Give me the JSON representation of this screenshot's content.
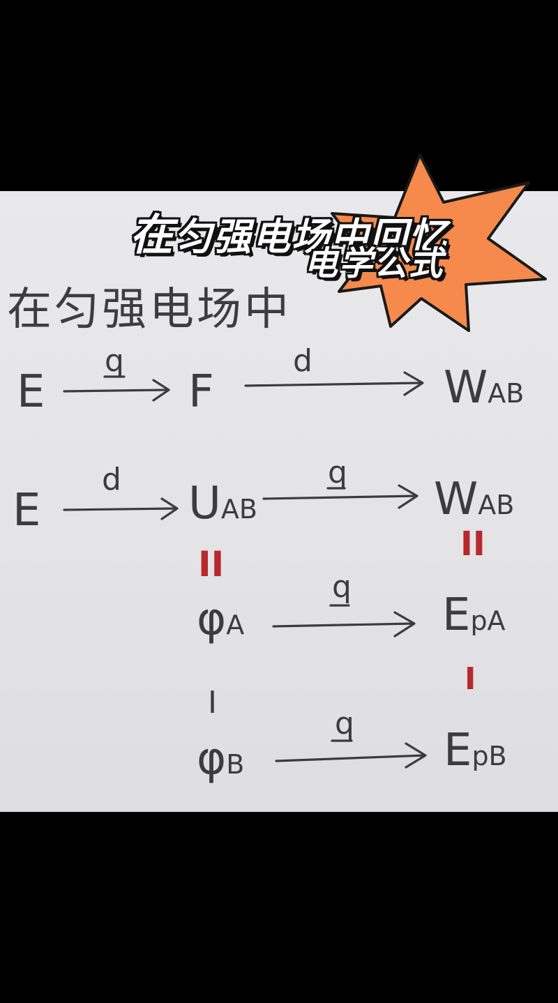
{
  "overlay": {
    "title_line1_lead": "在",
    "title_line1_rest": "匀强电场中回忆",
    "title_line2": "电学公式",
    "burst_color": "#f58a4c"
  },
  "heading": "在匀强电场中",
  "rows": [
    {
      "from": "E",
      "over": "q",
      "mid": "F",
      "over2": "d",
      "to_main": "W",
      "to_sub": "AB"
    },
    {
      "from": "E",
      "over": "d",
      "mid_main": "U",
      "mid_sub": "AB",
      "over2": "q",
      "to_main": "W",
      "to_sub": "AB"
    },
    {
      "from_main": "φ",
      "from_sub": "A",
      "over": "q",
      "to_main": "E",
      "to_sub": "pA"
    },
    {
      "from_main": "φ",
      "from_sub": "B",
      "over": "q",
      "to_main": "E",
      "to_sub": "pB"
    }
  ],
  "connectors": {
    "uab_phi_equals": "II",
    "wab_epa_equals": "II",
    "phi_minus": "I",
    "ep_minus": "I"
  },
  "colors": {
    "ink": "#3c3c3f",
    "red_ink": "#b8282c",
    "paper": "#e6e6e9"
  }
}
